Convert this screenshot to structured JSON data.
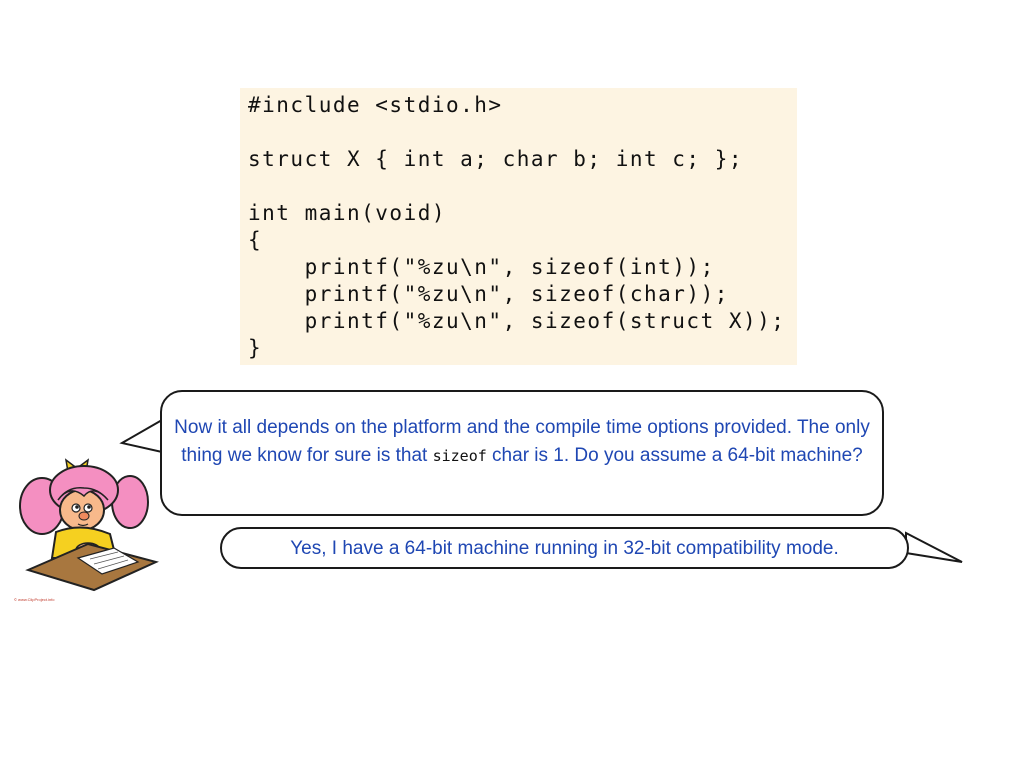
{
  "code": {
    "lines": [
      "#include <stdio.h>",
      "",
      "struct X { int a; char b; int c; };",
      "",
      "int main(void)",
      "{",
      "    printf(\"%zu\\n\", sizeof(int));",
      "    printf(\"%zu\\n\", sizeof(char));",
      "    printf(\"%zu\\n\", sizeof(struct X));",
      "}"
    ]
  },
  "bubble1": {
    "part1": "Now it all depends on the platform and the compile time options provided. The only thing we know for sure is that ",
    "code": "sizeof",
    "part2": " char is 1. Do you assume a 64-bit machine?"
  },
  "bubble2": {
    "text": "Yes, I have a 64-bit machine running in 32-bit compatibility mode."
  },
  "illustration": {
    "icon": "girl-writing-icon",
    "credit": "© www.ClipProject.info"
  }
}
